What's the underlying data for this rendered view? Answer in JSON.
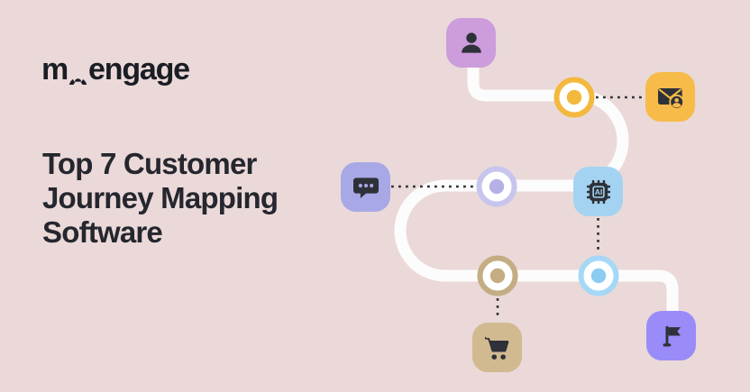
{
  "logo": {
    "text": "moengage",
    "part1": "m",
    "part2": "engage"
  },
  "heading": {
    "full_text": "Top 7 Customer Journey Mapping Software",
    "lines": [
      "Top 7 Customer",
      "Journey Mapping",
      "Software"
    ]
  },
  "colors": {
    "background": "#ead9d8",
    "logo_text": "#1a1d24",
    "heading_text": "#25262e",
    "icon_dark": "#2e3138",
    "path": "#fdfcfc",
    "connector": "#2e3138"
  },
  "journey": {
    "ai_chip_label": "AI",
    "tiles": [
      {
        "id": "customer",
        "icon": "person-icon",
        "color": "#cd9cdc"
      },
      {
        "id": "email",
        "icon": "email-user-icon",
        "color": "#f7bb49"
      },
      {
        "id": "chat",
        "icon": "chat-bubble-icon",
        "color": "#a8a8e6"
      },
      {
        "id": "ai",
        "icon": "ai-chip-icon",
        "color": "#a4d3f2"
      },
      {
        "id": "cart",
        "icon": "shopping-cart-icon",
        "color": "#d1ba90"
      },
      {
        "id": "flag",
        "icon": "flag-icon",
        "color": "#998cf9"
      }
    ],
    "nodes": [
      {
        "id": "node-1",
        "color": "#f4b83f",
        "dot": "#f4b83f"
      },
      {
        "id": "node-2",
        "color": "#c7c5ee",
        "dot": "#b5b1e6"
      },
      {
        "id": "node-3",
        "color": "#c4ad83",
        "dot": "#c4ad83"
      },
      {
        "id": "node-4",
        "color": "#a6d8f6",
        "dot": "#8ccbf2"
      }
    ]
  }
}
